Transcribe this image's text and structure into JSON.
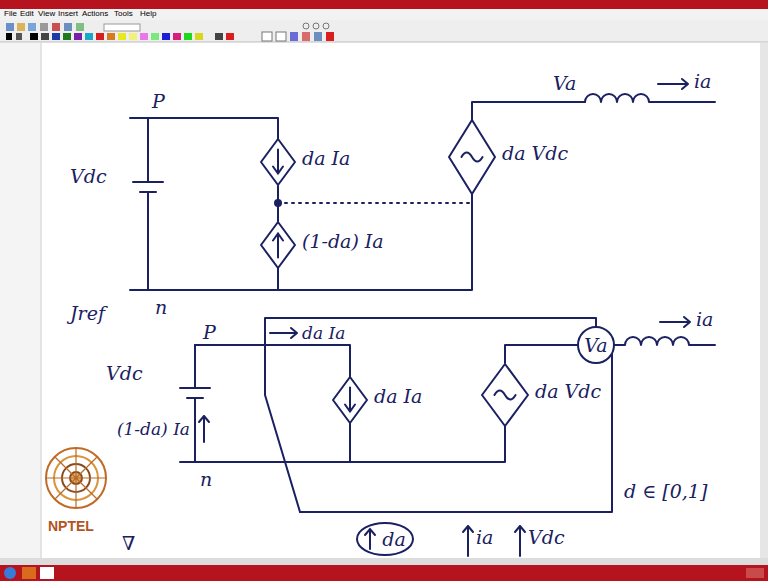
{
  "diagram": {
    "nodes": [
      {
        "text": [
          "da Ia"
        ]
      },
      {
        "text": [
          "(1-da) Ia"
        ]
      },
      {
        "text": [
          "da Vdc"
        ]
      },
      {
        "text": [
          "Va"
        ]
      },
      {
        "text": [
          "da Ia"
        ]
      },
      {
        "text": [
          "da Vdc"
        ]
      },
      {
        "text": [
          "da"
        ]
      }
    ],
    "edges": [
      {
        "from": 0,
        "to": 1,
        "arrow": "none"
      },
      {
        "from": 5,
        "to": 3,
        "arrow": "none"
      }
    ],
    "labels": [
      "File",
      "Edit",
      "View",
      "Insert",
      "Actions",
      "Tools",
      "Help",
      "P",
      "Vdc",
      "n",
      "Jref",
      "Va",
      "ia",
      "P",
      "da Ia",
      "Vdc",
      "(1-da) Ia",
      "n",
      "ia",
      "∇",
      "ia",
      "Vdc",
      "d ∈ [0,1]",
      "NPTEL"
    ]
  }
}
